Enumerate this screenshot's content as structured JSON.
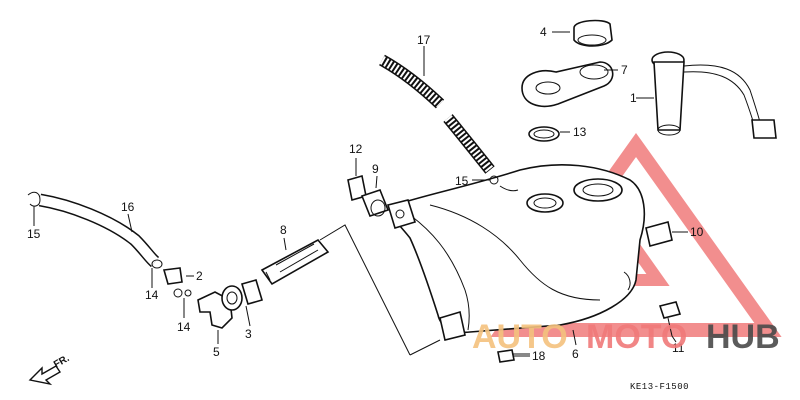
{
  "diagram": {
    "callouts": [
      "1",
      "2",
      "3",
      "4",
      "5",
      "6",
      "7",
      "8",
      "9",
      "10",
      "11",
      "12",
      "13",
      "14",
      "14",
      "15",
      "15",
      "16",
      "17",
      "18"
    ],
    "direction_label": "FR.",
    "drawing_code": "KE13-F1500"
  },
  "watermark": {
    "word_auto": "AUTO",
    "word_moto": "MOTO",
    "word_hub": "HUB",
    "colors": {
      "triangle": "#f07a7a",
      "auto": "#f4c27e",
      "moto": "#f07a7a",
      "hub": "#4a4a4a"
    }
  }
}
